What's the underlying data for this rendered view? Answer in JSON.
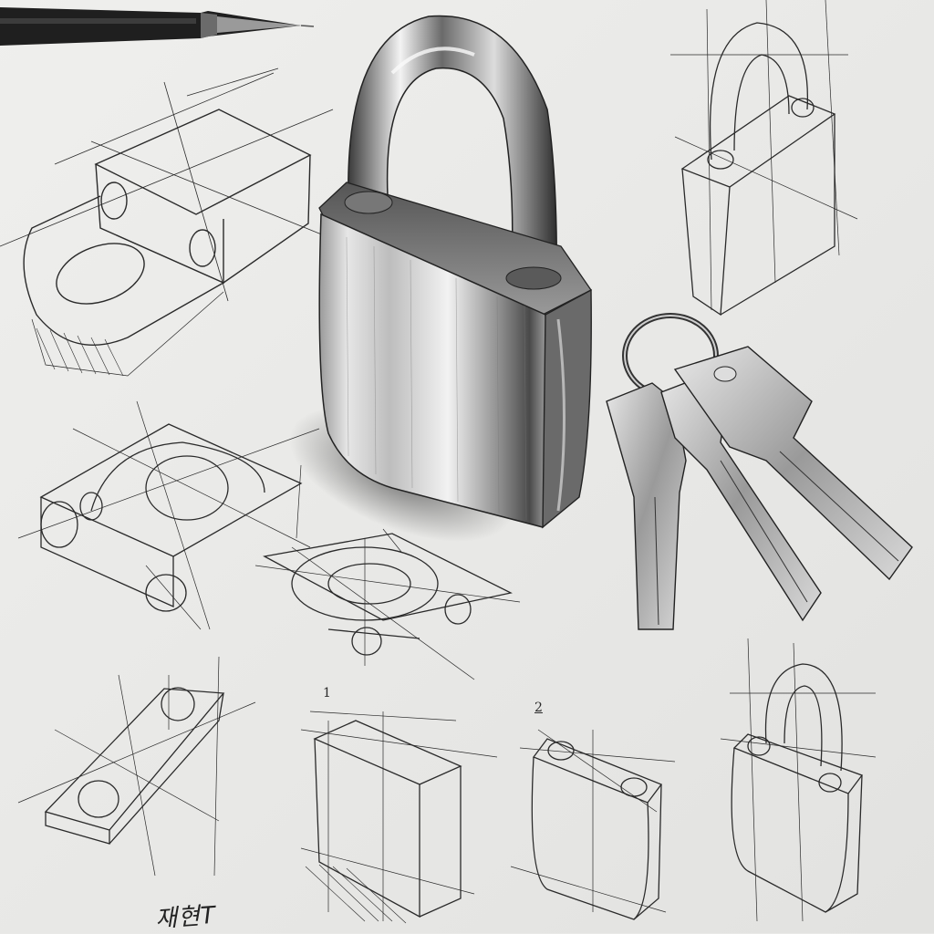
{
  "sheet": {
    "paper_color": "#e9e9e7",
    "ink_color": "#222222",
    "metal_dark": "#2b2b2b",
    "metal_mid": "#8d8d8d",
    "metal_light": "#f4f4f4"
  },
  "labels": {
    "step_1": "1",
    "step_2": "2",
    "signature": "재현T"
  },
  "icons": {
    "pencil": "mechanical-pencil",
    "padlock": "padlock",
    "keys": "key-ring"
  }
}
